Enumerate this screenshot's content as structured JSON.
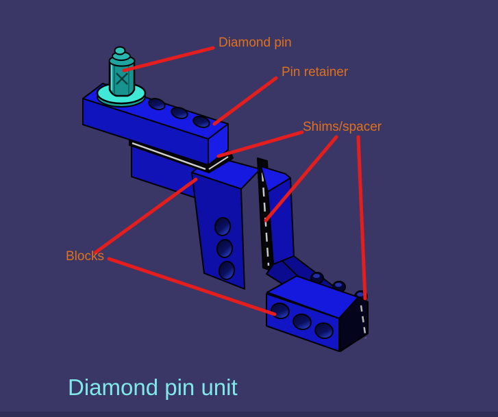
{
  "scene": {
    "title": "Diamond pin unit",
    "labels": {
      "diamond_pin": "Diamond pin",
      "pin_retainer": "Pin retainer",
      "shims_spacer": "Shims/spacer",
      "blocks": "Blocks"
    },
    "parts": [
      "Diamond pin",
      "Pin retainer",
      "Shims/spacer",
      "Blocks"
    ],
    "colors": {
      "background": "#3a3767",
      "footer_strip": "#302e57",
      "label_orange": "#e0711c",
      "title_cyan": "#7fe9e9",
      "annotation_red": "#e61d1d",
      "model_blue_bright": "#161ae2",
      "model_blue_mid": "#1014bc",
      "model_blue_dark": "#0b0b90",
      "pin_teal": "#1fa39e",
      "washer_cyan": "#40e8d8"
    }
  }
}
